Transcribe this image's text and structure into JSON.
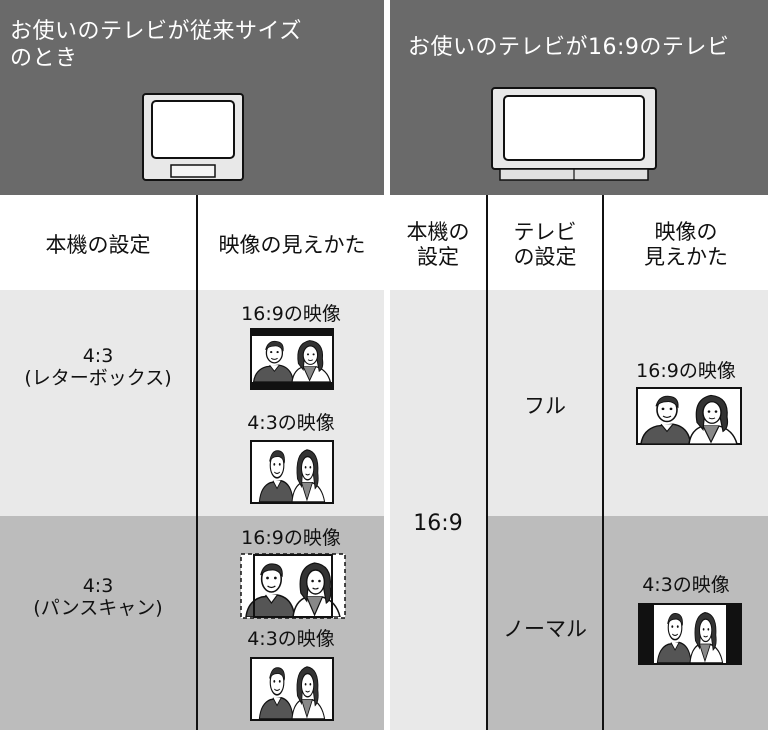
{
  "left": {
    "header": {
      "title_line1": "お使いのテレビが従来サイズ",
      "title_line2": "のとき",
      "tv_icon": "tv-4-3-icon"
    },
    "columns": {
      "setting": "本機の設定",
      "appearance": "映像の見えかた"
    },
    "rows": [
      {
        "setting_line1": "4:3",
        "setting_line2": "(レターボックス)",
        "item1_caption": "16:9の映像",
        "item2_caption": "4:3の映像"
      },
      {
        "setting_line1": "4:3",
        "setting_line2": "(パンスキャン)",
        "item1_caption": "16:9の映像",
        "item2_caption": "4:3の映像"
      }
    ]
  },
  "right": {
    "header": {
      "title": "お使いのテレビが16:9のテレビ",
      "tv_icon": "tv-16-9-icon"
    },
    "columns": {
      "setting_line1": "本機の",
      "setting_line2": "設定",
      "tv_setting_line1": "テレビ",
      "tv_setting_line2": "の設定",
      "appearance_line1": "映像の",
      "appearance_line2": "見えかた"
    },
    "setting_value": "16:9",
    "rows": [
      {
        "tv_setting": "フル",
        "caption": "16:9の映像"
      },
      {
        "tv_setting": "ノーマル",
        "caption": "4:3の映像"
      }
    ]
  },
  "colors": {
    "header_bg": "#6a6a6a",
    "row_light": "#e9e9e9",
    "row_dark": "#bcbcbc",
    "line": "#111111"
  }
}
